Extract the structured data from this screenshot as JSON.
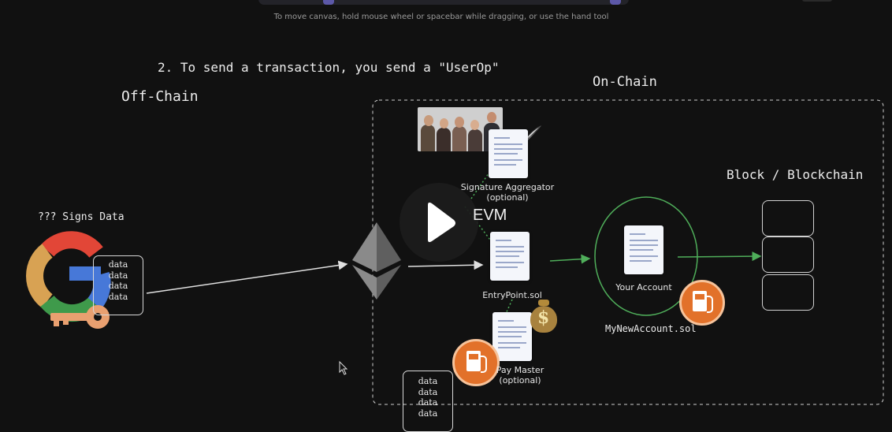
{
  "toolbar": {
    "hint": "To move canvas, hold mouse wheel or spacebar while dragging, or use the hand tool"
  },
  "diagram": {
    "heading": "2. To send a transaction, you send a \"UserOp\"",
    "offchain_label": "Off-Chain",
    "onchain_label": "On-Chain",
    "signs_label": "??? Signs Data",
    "data_words": [
      "data",
      "data",
      "data",
      "data"
    ],
    "evm_label": "EVM",
    "sig_aggregator": {
      "title": "Signature Aggregator",
      "sub": "(optional)"
    },
    "entrypoint": "EntryPoint.sol",
    "paymaster": {
      "title": "Pay Master",
      "sub": "(optional)"
    },
    "account": "Your Account",
    "account_file": "MyNewAccount.sol",
    "blockchain_label": "Block / Blockchain",
    "dollar_symbol": "$"
  },
  "colors": {
    "background": "#111111",
    "arrow_green": "#4fae5a",
    "pump_orange": "#e2712a",
    "play_bg": "#1c1c1c"
  },
  "icons": [
    "google-logo-icon",
    "key-icon",
    "ethereum-icon",
    "play-icon",
    "quill-pen-icon",
    "money-bag-icon",
    "gas-pump-icon",
    "mouse-cursor-icon"
  ]
}
